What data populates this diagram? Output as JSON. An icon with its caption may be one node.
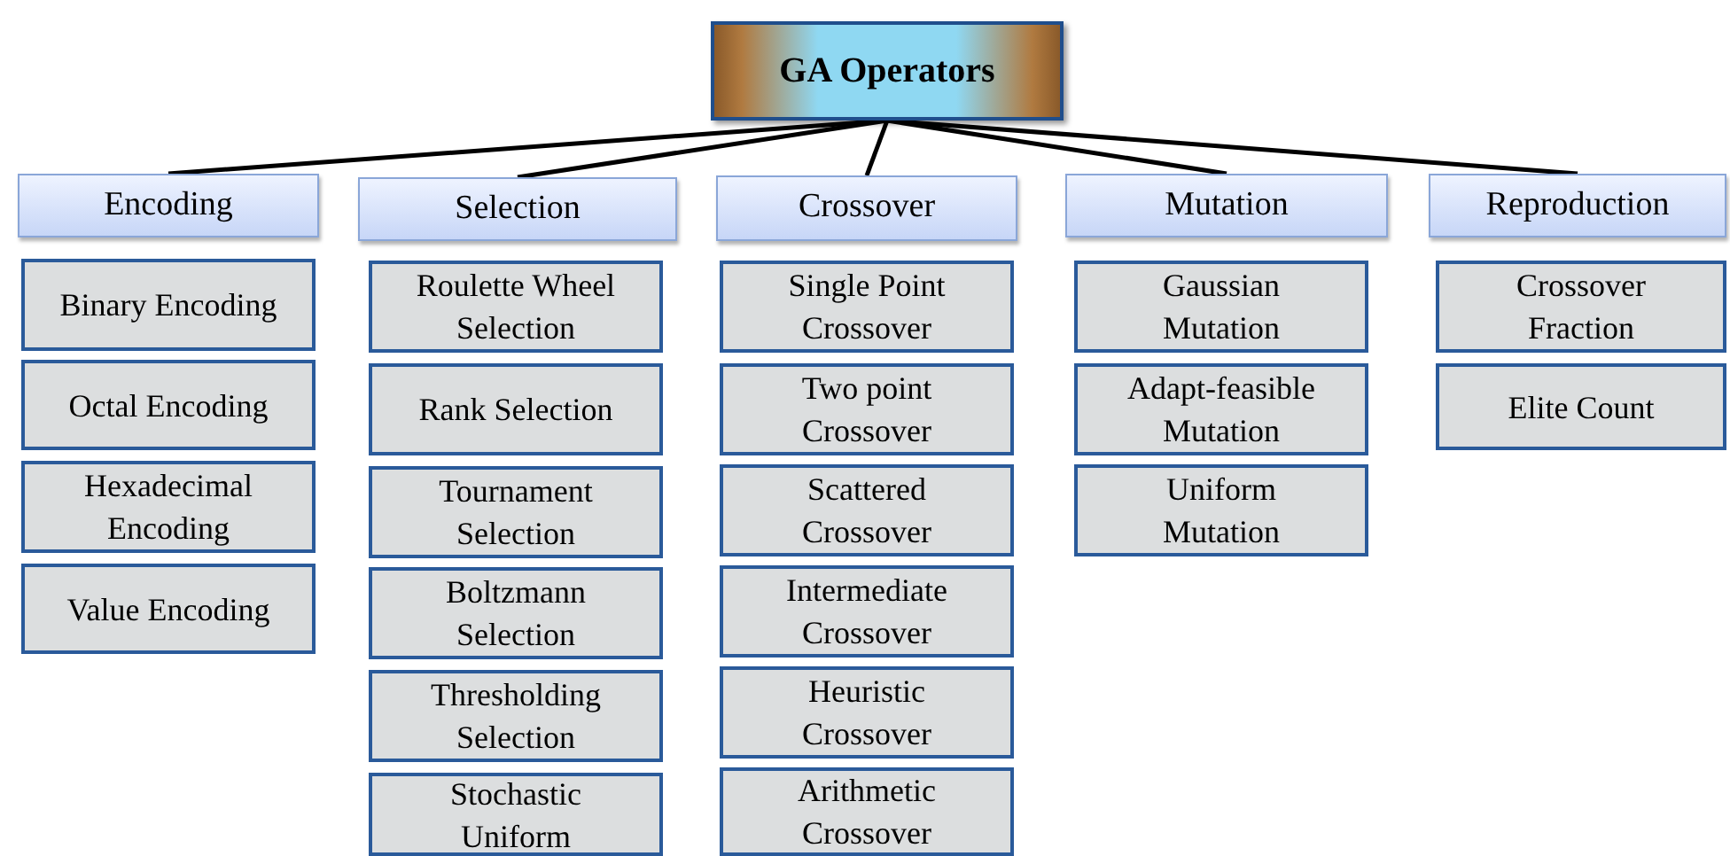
{
  "diagram": {
    "nodes": [
      {
        "text": [
          "GA Operators"
        ]
      },
      {
        "text": [
          "Encoding"
        ]
      },
      {
        "text": [
          "Selection"
        ]
      },
      {
        "text": [
          "Crossover"
        ]
      },
      {
        "text": [
          "Mutation"
        ]
      },
      {
        "text": [
          "Reproduction"
        ]
      },
      {
        "text": [
          "Binary Encoding"
        ]
      },
      {
        "text": [
          "Octal Encoding"
        ]
      },
      {
        "text": [
          "Hexadecimal Encoding"
        ]
      },
      {
        "text": [
          "Value Encoding"
        ]
      },
      {
        "text": [
          "Roulette Wheel Selection"
        ]
      },
      {
        "text": [
          "Rank Selection"
        ]
      },
      {
        "text": [
          "Tournament Selection"
        ]
      },
      {
        "text": [
          "Boltzmann Selection"
        ]
      },
      {
        "text": [
          "Thresholding Selection"
        ]
      },
      {
        "text": [
          "Stochastic Uniform"
        ]
      },
      {
        "text": [
          "Single Point Crossover"
        ]
      },
      {
        "text": [
          "Two point Crossover"
        ]
      },
      {
        "text": [
          "Scattered Crossover"
        ]
      },
      {
        "text": [
          "Intermediate Crossover"
        ]
      },
      {
        "text": [
          "Heuristic Crossover"
        ]
      },
      {
        "text": [
          "Arithmetic Crossover"
        ]
      },
      {
        "text": [
          "Gaussian Mutation"
        ]
      },
      {
        "text": [
          "Adapt-feasible Mutation"
        ]
      },
      {
        "text": [
          "Uniform Mutation"
        ]
      },
      {
        "text": [
          "Crossover Fraction"
        ]
      },
      {
        "text": [
          "Elite Count"
        ]
      }
    ],
    "edges": [
      {
        "from": 0,
        "to": 1,
        "arrow": "none"
      },
      {
        "from": 0,
        "to": 2,
        "arrow": "none"
      },
      {
        "from": 0,
        "to": 3,
        "arrow": "none"
      },
      {
        "from": 0,
        "to": 4,
        "arrow": "none"
      },
      {
        "from": 0,
        "to": 5,
        "arrow": "none"
      }
    ]
  }
}
